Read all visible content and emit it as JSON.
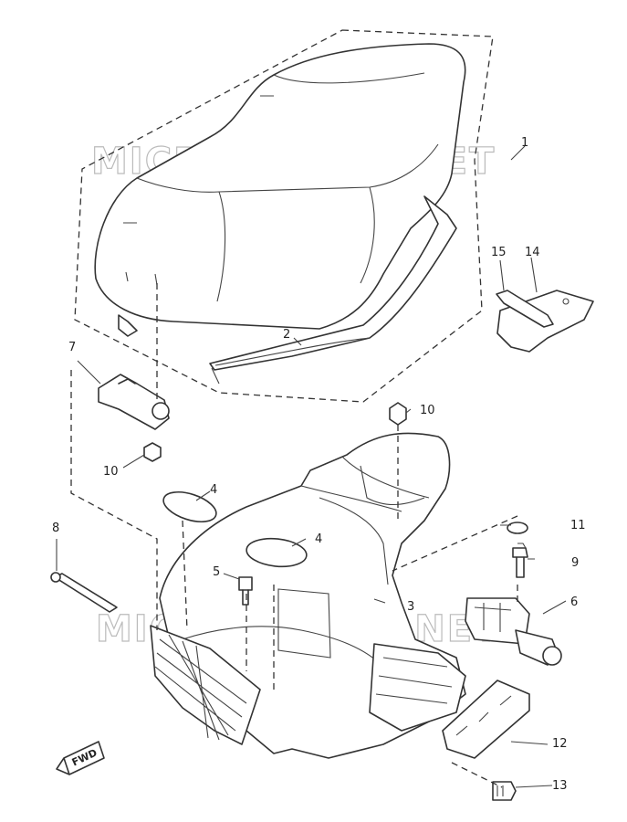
{
  "watermark": "MICROFICHES.NET",
  "direction_marker": "FWD",
  "parts": [
    {
      "id": "seat",
      "label": "1"
    },
    {
      "id": "seat-trim",
      "label": "2"
    },
    {
      "id": "helmet-box",
      "label": "3"
    },
    {
      "id": "seal-left",
      "label": "4"
    },
    {
      "id": "seal-bottom",
      "label": "4"
    },
    {
      "id": "bolt-5",
      "label": "5"
    },
    {
      "id": "seat-lock",
      "label": "6"
    },
    {
      "id": "hinge",
      "label": "7"
    },
    {
      "id": "shaft-8",
      "label": "8"
    },
    {
      "id": "screw-9",
      "label": "9"
    },
    {
      "id": "nut-upper",
      "label": "10"
    },
    {
      "id": "nut-lower",
      "label": "10"
    },
    {
      "id": "washer-11",
      "label": "11"
    },
    {
      "id": "cover-12",
      "label": "12"
    },
    {
      "id": "screw-13",
      "label": "13"
    },
    {
      "id": "strap-14",
      "label": "14"
    },
    {
      "id": "clip-15",
      "label": "15"
    }
  ]
}
